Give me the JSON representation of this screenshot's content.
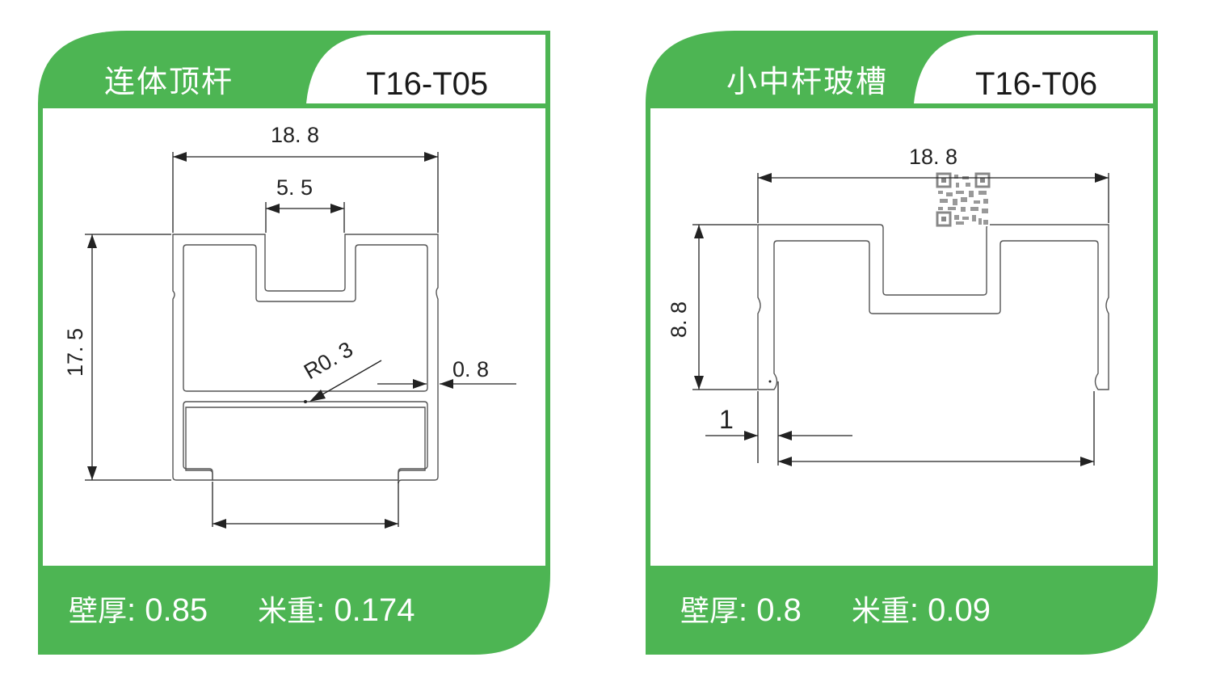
{
  "theme": {
    "accent": "#4db553",
    "text_dark": "#1a1a1a"
  },
  "profiles": [
    {
      "name": "连体顶杆",
      "code": "T16-T05",
      "wall_thickness_label": "壁厚",
      "wall_thickness": "0.85",
      "meter_weight_label": "米重",
      "meter_weight": "0.174",
      "separator": ":",
      "dimensions": {
        "overall_width": "18. 8",
        "slot_width": "5. 5",
        "height": "17. 5",
        "radius": "R0. 3",
        "wall": "0. 8"
      }
    },
    {
      "name": "小中杆玻槽",
      "code": "T16-T06",
      "wall_thickness_label": "壁厚",
      "wall_thickness": "0.8",
      "meter_weight_label": "米重",
      "meter_weight": "0.09",
      "separator": ":",
      "dimensions": {
        "overall_width": "18. 8",
        "height": "8. 8",
        "lip": "1"
      },
      "qr_code_icon": "qr-code-icon"
    }
  ]
}
